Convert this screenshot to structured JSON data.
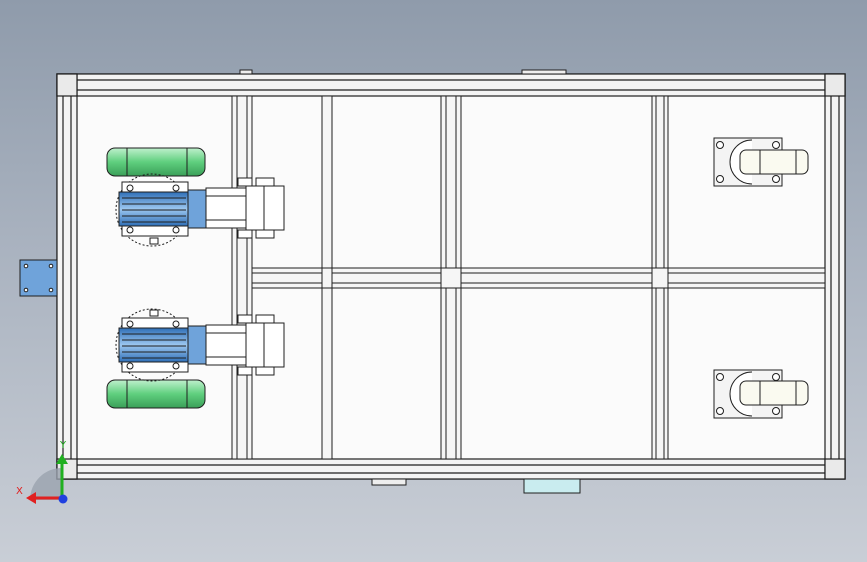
{
  "viewport": {
    "name": "cad-graphics-area",
    "background_top": "#8f9bab",
    "background_bottom": "#c9ced6"
  },
  "model": {
    "frame_fill": "#fbfbfb",
    "frame_stroke": "#1f1f1f",
    "wheel_color": "#5fcf7e",
    "motor_color": "#4a8fd6",
    "plate_color": "#6fa3da",
    "foot_color": "#c9ecef"
  },
  "triad": {
    "x_label": "X",
    "y_label": "Y",
    "x_color": "#e02020",
    "y_color": "#20b020",
    "z_color": "#2040e0",
    "icon": "coordinate-triad-icon"
  }
}
